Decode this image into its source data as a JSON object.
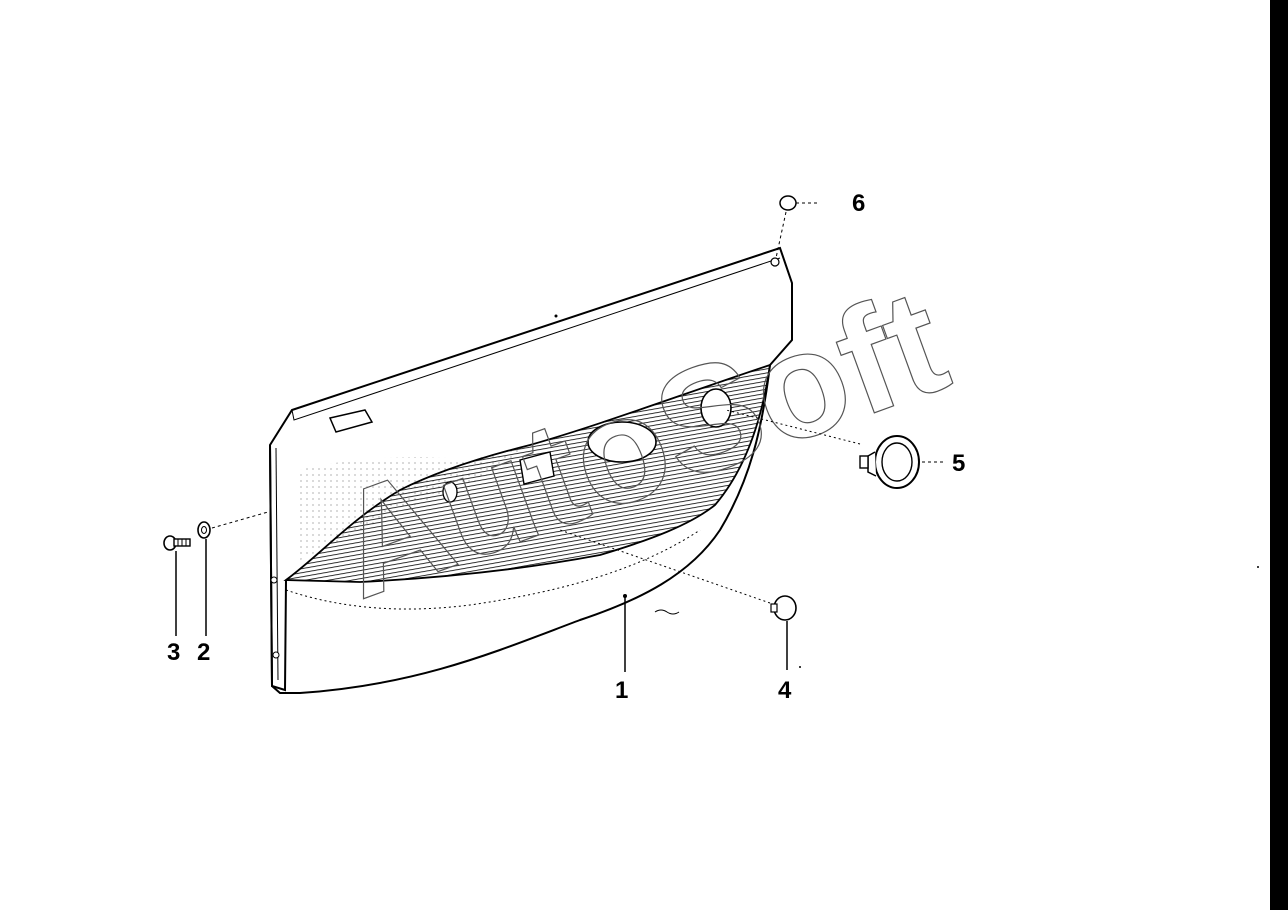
{
  "colors": {
    "ink": "#000000",
    "paper": "#ffffff",
    "watermark": "#555555"
  },
  "watermark": "AutoSoft",
  "callouts": [
    {
      "id": "1",
      "label": "1"
    },
    {
      "id": "2",
      "label": "2"
    },
    {
      "id": "3",
      "label": "3"
    },
    {
      "id": "4",
      "label": "4"
    },
    {
      "id": "5",
      "label": "5"
    },
    {
      "id": "6",
      "label": "6"
    }
  ]
}
